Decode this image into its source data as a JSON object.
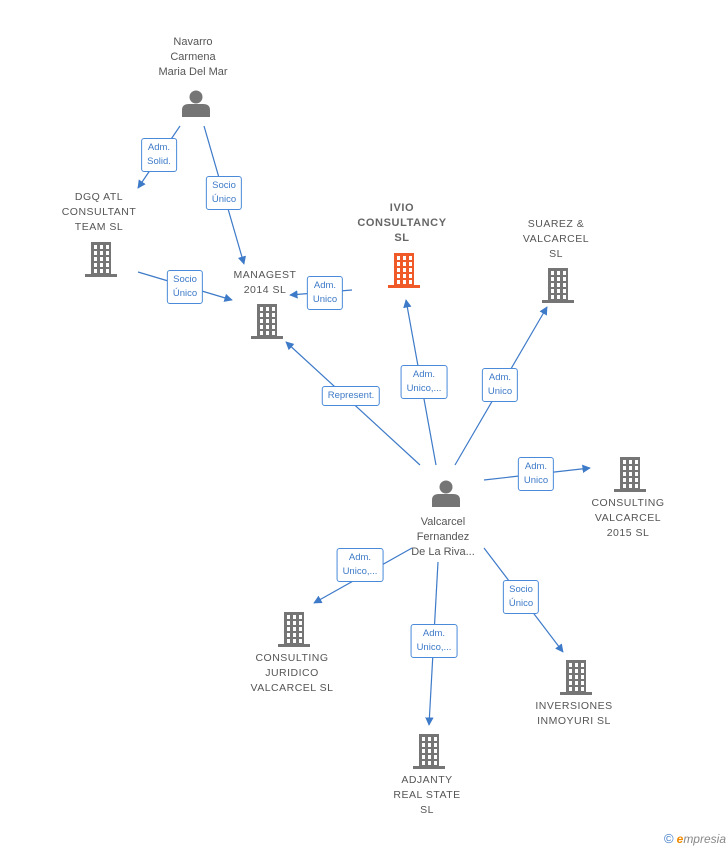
{
  "persons": [
    {
      "id": "navarro",
      "lines": [
        "Navarro",
        "Carmena",
        "Maria Del Mar"
      ]
    },
    {
      "id": "valcarcel",
      "lines": [
        "Valcarcel",
        "Fernandez",
        "De La Riva..."
      ]
    }
  ],
  "companies": [
    {
      "id": "ivio",
      "lines": [
        "IVIO",
        "CONSULTANCY",
        "SL"
      ],
      "focus": true
    },
    {
      "id": "dgq",
      "lines": [
        "DGQ ATL",
        "CONSULTANT",
        "TEAM  SL"
      ]
    },
    {
      "id": "managest",
      "lines": [
        "MANAGEST",
        "2014  SL"
      ]
    },
    {
      "id": "suarez",
      "lines": [
        "SUAREZ &",
        "VALCARCEL",
        "SL"
      ]
    },
    {
      "id": "consulting2015",
      "lines": [
        "CONSULTING",
        "VALCARCEL",
        "2015  SL"
      ]
    },
    {
      "id": "juridico",
      "lines": [
        "CONSULTING",
        "JURIDICO",
        "VALCARCEL SL"
      ]
    },
    {
      "id": "inversiones",
      "lines": [
        "INVERSIONES",
        "INMOYURI  SL"
      ]
    },
    {
      "id": "adjanty",
      "lines": [
        "ADJANTY",
        "REAL STATE",
        "SL"
      ]
    }
  ],
  "edges": [
    {
      "from": "navarro",
      "to": "dgq",
      "label": [
        "Adm.",
        "Solid."
      ]
    },
    {
      "from": "navarro",
      "to": "managest",
      "label": [
        "Socio",
        "Único"
      ]
    },
    {
      "from": "dgq",
      "to": "managest",
      "label": [
        "Socio",
        "Único"
      ]
    },
    {
      "from": "ivio",
      "to": "managest",
      "label": [
        "Adm.",
        "Unico"
      ]
    },
    {
      "from": "valcarcel",
      "to": "managest",
      "label": [
        "Represent."
      ]
    },
    {
      "from": "valcarcel",
      "to": "ivio",
      "label": [
        "Adm.",
        "Unico,..."
      ]
    },
    {
      "from": "valcarcel",
      "to": "suarez",
      "label": [
        "Adm.",
        "Unico"
      ]
    },
    {
      "from": "valcarcel",
      "to": "consulting2015",
      "label": [
        "Adm.",
        "Unico"
      ]
    },
    {
      "from": "valcarcel",
      "to": "juridico",
      "label": [
        "Adm.",
        "Unico,..."
      ]
    },
    {
      "from": "valcarcel",
      "to": "adjanty",
      "label": [
        "Adm.",
        "Unico,..."
      ]
    },
    {
      "from": "valcarcel",
      "to": "inversiones",
      "label": [
        "Socio",
        "Único"
      ]
    }
  ],
  "colors": {
    "edge": "#3d7ac8",
    "icon": "#757575",
    "focus": "#f05a28",
    "labelText": "#555555"
  },
  "footer": {
    "copyright": "©",
    "brand_e": "e",
    "brand_rest": "mpresia"
  }
}
